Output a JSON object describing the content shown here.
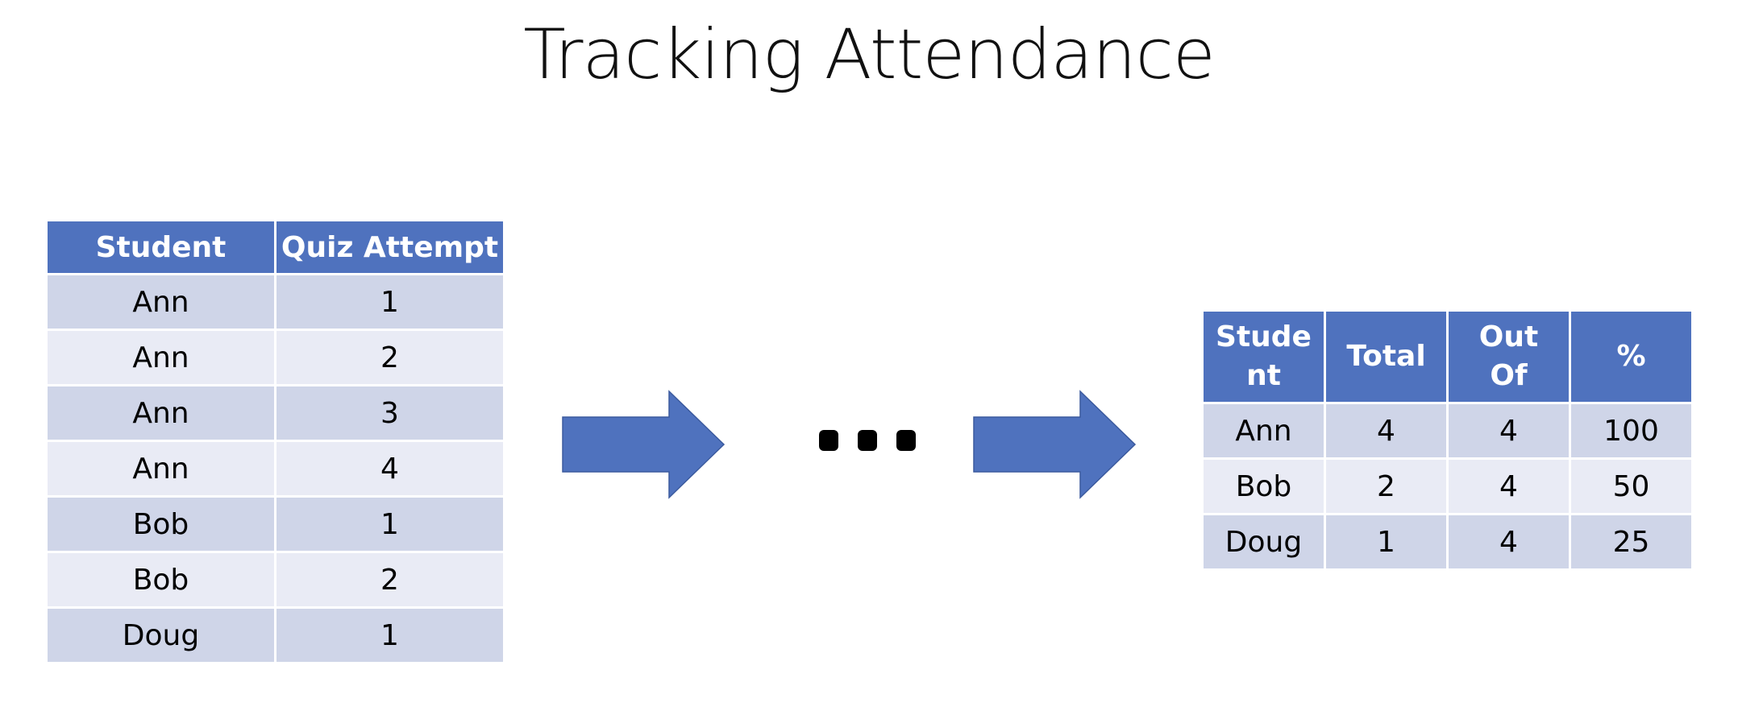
{
  "title": "Tracking Attendance",
  "colors": {
    "header": "#4f72be",
    "row_odd": "#cfd5e8",
    "row_even": "#e9ebf5",
    "arrow": "#4f72be"
  },
  "left_table": {
    "headers": [
      "Student",
      "Quiz Attempt"
    ],
    "rows": [
      [
        "Ann",
        "1"
      ],
      [
        "Ann",
        "2"
      ],
      [
        "Ann",
        "3"
      ],
      [
        "Ann",
        "4"
      ],
      [
        "Bob",
        "1"
      ],
      [
        "Bob",
        "2"
      ],
      [
        "Doug",
        "1"
      ]
    ]
  },
  "right_table": {
    "headers": [
      "Stude\nnt",
      "Total",
      "Out\nOf",
      "%"
    ],
    "rows": [
      [
        "Ann",
        "4",
        "4",
        "100"
      ],
      [
        "Bob",
        "2",
        "4",
        "50"
      ],
      [
        "Doug",
        "1",
        "4",
        "25"
      ]
    ]
  },
  "icons": [
    "right-arrow-icon",
    "ellipsis-icon",
    "right-arrow-icon"
  ]
}
